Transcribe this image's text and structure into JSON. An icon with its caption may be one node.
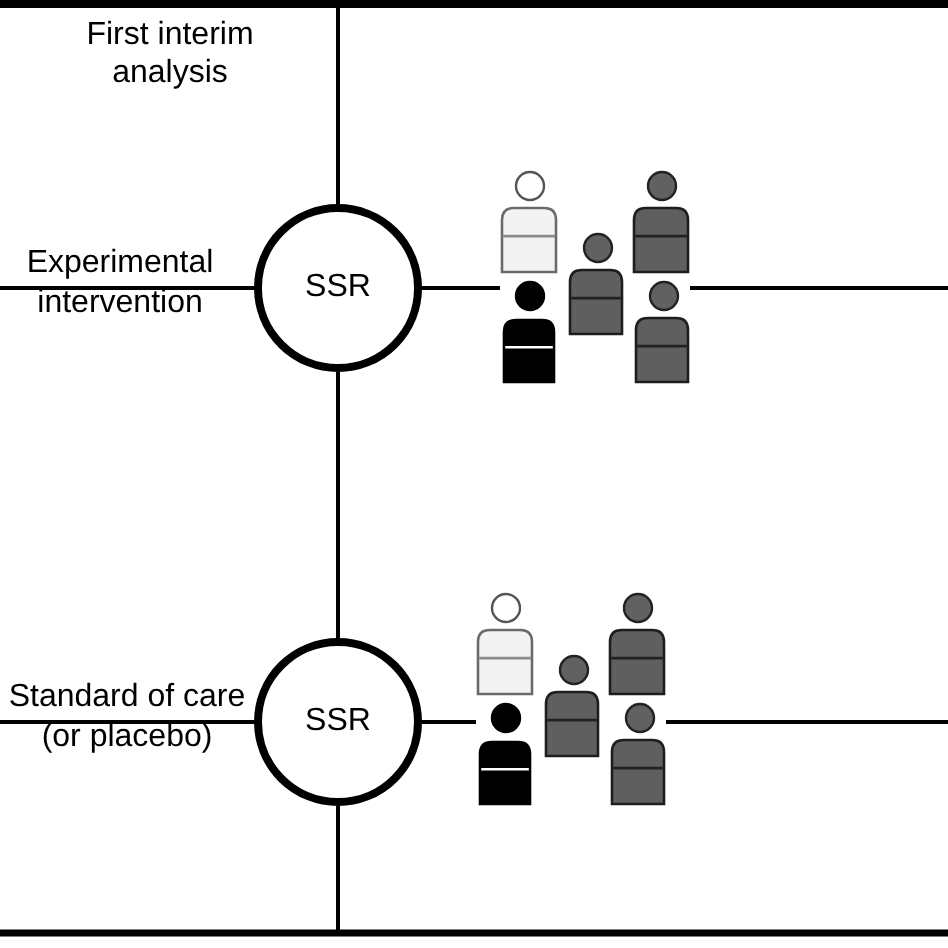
{
  "diagram": {
    "nodes": [
      {
        "text": [
          "SSR"
        ]
      },
      {
        "text": [],
        "shape": "person"
      },
      {
        "text": [
          "SSR"
        ]
      },
      {
        "text": [],
        "shape": "person"
      }
    ],
    "edges": [
      {
        "from": null,
        "to": 0,
        "arrow": "none",
        "label": "Experimental intervention"
      },
      {
        "from": 0,
        "to": 1,
        "arrow": "none"
      },
      {
        "from": 1,
        "to": null,
        "arrow": "none"
      },
      {
        "from": null,
        "to": 2,
        "arrow": "none",
        "label": "Standard of care (or placebo)"
      },
      {
        "from": 2,
        "to": 3,
        "arrow": "none"
      },
      {
        "from": 3,
        "to": null,
        "arrow": "none"
      },
      {
        "from": null,
        "to": 0,
        "arrow": "none"
      },
      {
        "from": 0,
        "to": 2,
        "arrow": "none"
      },
      {
        "from": 2,
        "to": null,
        "arrow": "none"
      }
    ],
    "labels": [
      "First interim analysis"
    ]
  }
}
